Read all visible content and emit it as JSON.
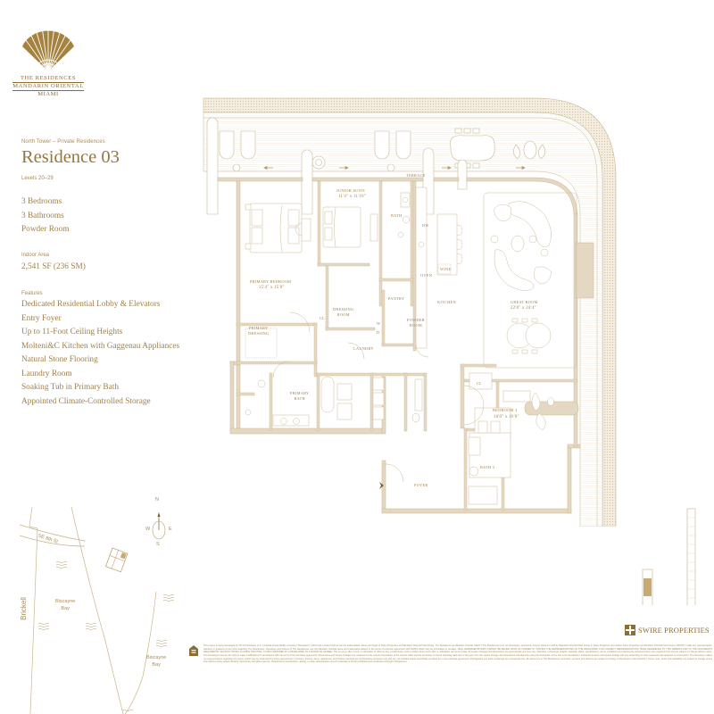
{
  "brand": {
    "line1": "THE RESIDENCES",
    "line2": "MANDARIN ORIENTAL",
    "line3": "MIAMI",
    "color": "#8c6d33"
  },
  "residence": {
    "kicker": "North Tower – Private Residences",
    "title": "Residence 03",
    "levels": "Levels 20–29",
    "rooms": [
      "3 Bedrooms",
      "3 Bathrooms",
      "Powder Room"
    ],
    "area_label": "Indoor Area",
    "area_value": "2,541 SF (236 SM)",
    "features_label": "Features",
    "features": [
      "Dedicated Residential Lobby & Elevators",
      "Entry Foyer",
      "Up to 11-Foot Ceiling Heights",
      "Molteni&C Kitchen with Gaggenau Appliances",
      "Natural Stone Flooring",
      "Laundry Room",
      "Soaking Tub in Primary Bath",
      "Appointed Climate-Controlled Storage"
    ]
  },
  "floorplan": {
    "rooms": {
      "terrace": "TERRACE",
      "junior_suite": "JUNIOR SUITE",
      "junior_suite_dim": "11'4\" x 11'10\"",
      "primary_bedroom": "PRIMARY BEDROOM",
      "primary_bedroom_dim": "15'4\" x 15'0\"",
      "bath": "BATH",
      "dw": "DW",
      "oven": "OVEN",
      "wine": "WINE",
      "kitchen": "KITCHEN",
      "pantry": "PANTRY",
      "dressing_room_1": "DRESSING",
      "dressing_room_2": "ROOM",
      "cl": "CL",
      "primary_dressing_1": "PRIMARY",
      "primary_dressing_2": "DRESSING",
      "primary_bath_1": "PRIMARY",
      "primary_bath_2": "BATH",
      "laundry": "LAUNDRY",
      "washer": "W",
      "dryer": "D",
      "powder_room_1": "POWDER",
      "powder_room_2": "ROOM",
      "great_room": "GREAT ROOM",
      "great_room_dim": "22'8\" x 24'4\"",
      "bedroom3": "BEDROOM 3",
      "bedroom3_dim": "16'0\" x 16'0\"",
      "bath3": "BATH 3",
      "foyer": "FOYER",
      "cl_bedroom3": "CL"
    },
    "wall_color": "#e4d8c2",
    "line_color": "#c9b894"
  },
  "map": {
    "street": "SE 8th St",
    "avenue": "Brickell",
    "water_1": [
      "Biscayne",
      "Bay"
    ],
    "water_2": [
      "Biscayne",
      "Bay"
    ],
    "compass": {
      "n": "N",
      "s": "S",
      "e": "E",
      "w": "W"
    }
  },
  "developer": {
    "name": "SWIRE PROPERTIES"
  },
  "disclaimer": "This project is being developed by OO 13 Developer LLC, a Florida limited liability company (\"Developer\"), which has a limited right to use the trademarked names and logos of Swire Properties and Mandarin Oriental Hotel Group. The Residences at Mandarin Oriental, Miami (\"The Residences\") are not developed, sponsored, owned, offered or sold by Mandarin Oriental Hotel Group or Swire Properties and neither Swire Properties nor Mandarin Oriental Hotel Group (\"MOHG\") make any representation, warranty or guaranty of any kind regarding The Residences. Developer and owners of The Residences use the Mandarin Oriental name and trademarks subject to the terms of a license agreement with MOHG which may be terminated or revoked. ORAL REPRESENTATIONS CANNOT BE RELIED UPON AS CORRECTLY STATING THE REPRESENTATIONS OF THE DEVELOPER. FOR CORRECT REPRESENTATIONS, MAKE REFERENCE TO THIS WEBSITE AND TO THE DOCUMENTS REQUIRED BY SECTION 718.503, FLORIDA STATUTES, TO BE FURNISHED BY A DEVELOPER TO A BUYER OR LESSEE. This is not an offer to sell, or solicitation of offers to buy, condominium units in states where such offer or solicitation cannot be made. All square footages and dimensions are approximate and may vary. Sketches, renderings, graphic materials, plans, specifications, terms, conditions and statements contained herein are proposed only and are subject to change without notice. The Developer reserves the right to make modifications in accordance with the terms of the purchase agreement. Dimensions and square footages are measured to the exterior boundaries of the exterior walls and the centerline of interior demising walls and in fact vary from the square footage and dimensions calculated by using the description of the unit in the Declaration. Actual dimensions and square footage will vary depending on how measured and variations in construction. The Developer makes no representations regarding any views, which may be obstructed by future development. Furniture, fixtures, décor, appliances, and finishes depicted are for illustrative purposes only and are not included unless specifically provided for in the purchase agreement. Photographs and artist renderings are conceptual only. All references to The Residences' amenities, services and features are subject to change in Developer's sole discretion. Prices, fees, terms and availability are subject to change at any time without notice. Equal Housing Opportunity. All rights reserved. Unauthorized reproduction, display, or other dissemination of such materials is strictly prohibited and constitutes copyright infringement."
}
